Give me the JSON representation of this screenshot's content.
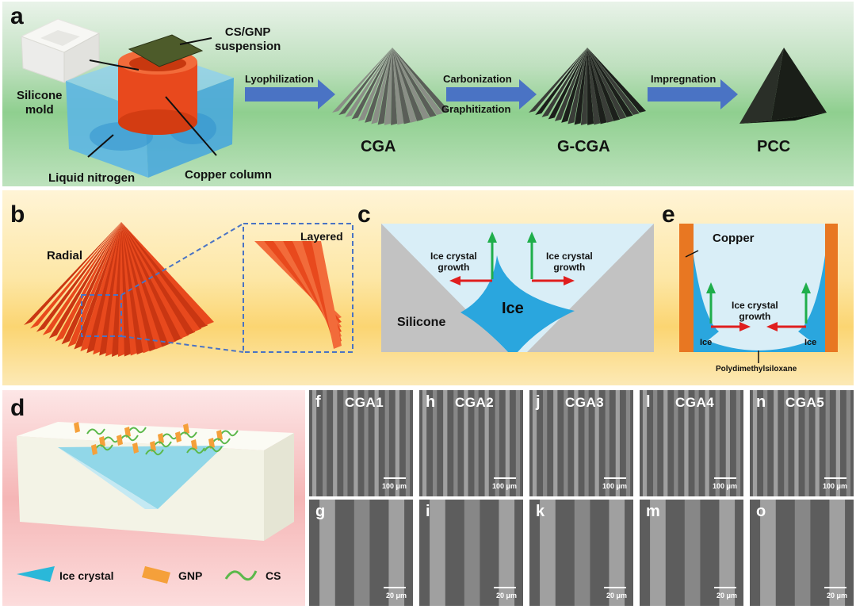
{
  "panel_a": {
    "label": "a",
    "silicone_mold": "Silicone\nmold",
    "cs_gnp": "CS/GNP\nsuspension",
    "liquid_nitrogen": "Liquid nitrogen",
    "copper_column": "Copper column",
    "step1": "Lyophilization",
    "step2a": "Carbonization",
    "step2b": "Graphitization",
    "step3": "Impregnation",
    "product1": "CGA",
    "product2": "G-CGA",
    "product3": "PCC"
  },
  "panel_b": {
    "label": "b",
    "radial": "Radial",
    "layered": "Layered"
  },
  "panel_c": {
    "label": "c",
    "growth_left": "Ice crystal\ngrowth",
    "growth_right": "Ice crystal\ngrowth",
    "ice": "Ice",
    "silicone": "Silicone"
  },
  "panel_e": {
    "label": "e",
    "copper": "Copper",
    "growth": "Ice crystal\ngrowth",
    "ice_left": "Ice",
    "ice_right": "Ice",
    "pdms": "Polydimethylsiloxane"
  },
  "panel_d": {
    "label": "d",
    "legend_ice": "Ice crystal",
    "legend_gnp": "GNP",
    "legend_cs": "CS"
  },
  "sem_top": [
    {
      "label": "f",
      "title": "CGA1",
      "scale": "100 μm"
    },
    {
      "label": "h",
      "title": "CGA2",
      "scale": "100 μm"
    },
    {
      "label": "j",
      "title": "CGA3",
      "scale": "100 μm"
    },
    {
      "label": "l",
      "title": "CGA4",
      "scale": "100 μm"
    },
    {
      "label": "n",
      "title": "CGA5",
      "scale": "100 μm"
    }
  ],
  "sem_bottom": [
    {
      "label": "g",
      "scale": "20 μm"
    },
    {
      "label": "i",
      "scale": "20 μm"
    },
    {
      "label": "k",
      "scale": "20 μm"
    },
    {
      "label": "m",
      "scale": "20 μm"
    },
    {
      "label": "o",
      "scale": "20 μm"
    }
  ],
  "colors": {
    "arrow_blue": "#4a73c4",
    "orange": "#e8491d",
    "ice_blue": "#2aa6de",
    "silicone_gray": "#c2c2c2",
    "copper": "#e87722"
  }
}
